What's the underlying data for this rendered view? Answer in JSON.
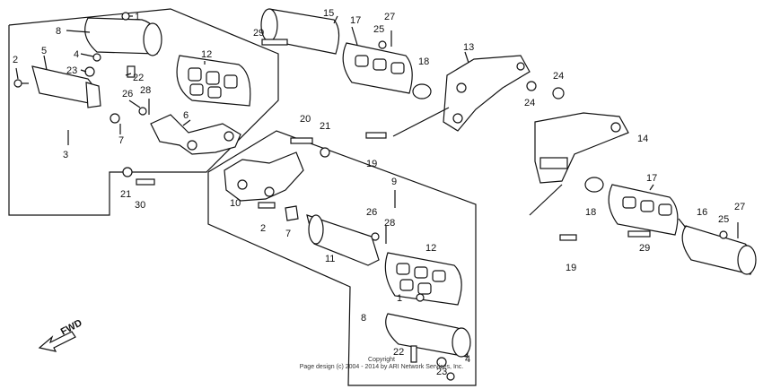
{
  "callouts": {
    "c1a": "1",
    "c2a": "2",
    "c3": "3",
    "c4a": "4",
    "c5": "5",
    "c6": "6",
    "c7a": "7",
    "c8a": "8",
    "c21a": "21",
    "c22a": "22",
    "c23a": "23",
    "c26a": "26",
    "c28a": "28",
    "c30": "30",
    "c12a": "12",
    "c15": "15",
    "c17a": "17",
    "c25a": "25",
    "c27a": "27",
    "c29a": "29",
    "c13": "13",
    "c18a": "18",
    "c19a": "19",
    "c20": "20",
    "c21b": "21",
    "c24a": "24",
    "c24b": "24",
    "c14": "14",
    "c9": "9",
    "c10": "10",
    "c2b": "2",
    "c7b": "7",
    "c11": "11",
    "c26b": "26",
    "c28b": "28",
    "c12b": "12",
    "c1b": "1",
    "c8b": "8",
    "c22b": "22",
    "c4b": "4",
    "c23b": "23",
    "c17b": "17",
    "c18b": "18",
    "c16": "16",
    "c25b": "25",
    "c27b": "27",
    "c29b": "29",
    "c19b": "19"
  },
  "fwd_label": "FWD",
  "copyright": {
    "line1": "Copyright",
    "line2": "Page design (c) 2004 - 2014 by ARI Network Services, Inc."
  }
}
